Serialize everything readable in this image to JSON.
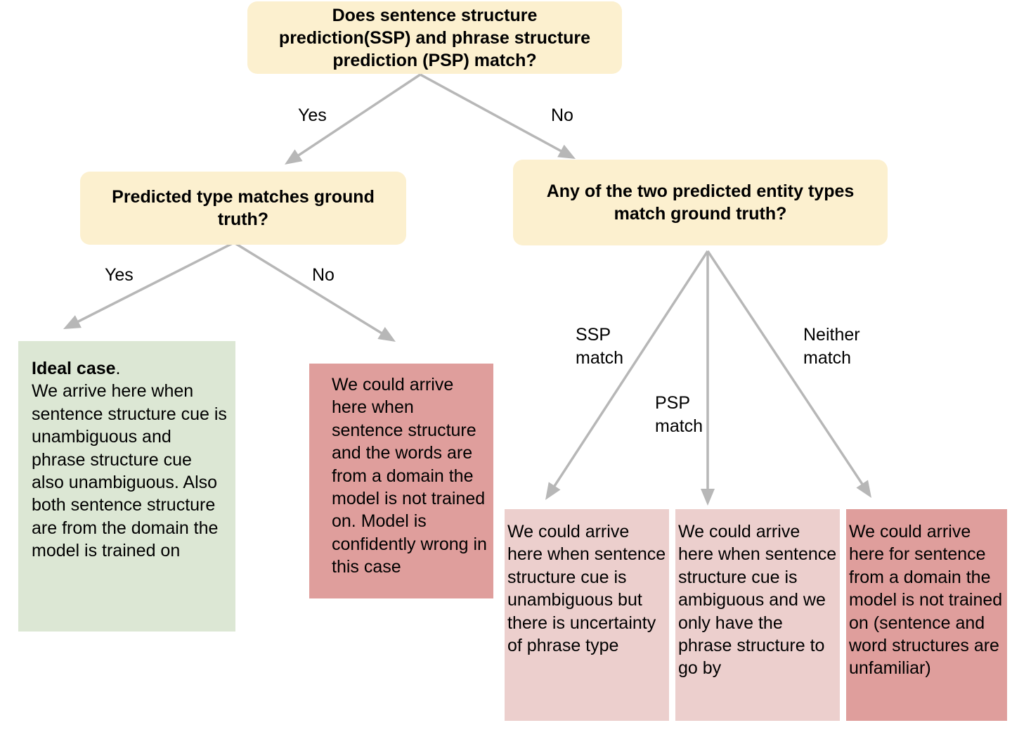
{
  "colors": {
    "decision_fill": "#fcf0cf",
    "ideal_fill": "#dce7d4",
    "strong_red_fill": "#df9e9c",
    "light_red_fill": "#eccfcd",
    "edge_color": "#b7b7b7"
  },
  "root": {
    "text": "Does sentence structure prediction(SSP)  and phrase structure prediction (PSP) match?"
  },
  "left_decision": {
    "text": "Predicted type matches ground truth?"
  },
  "right_decision": {
    "text": "Any of the two predicted entity types match ground truth?"
  },
  "edge_labels": {
    "root_yes": "Yes",
    "root_no": "No",
    "left_yes": "Yes",
    "left_no": "No",
    "ssp_match": "SSP\nmatch",
    "psp_match": "PSP\nmatch",
    "neither_match": "Neither\nmatch"
  },
  "leaves": {
    "ideal": {
      "title": "Ideal case",
      "title_suffix": ".",
      "text": "We arrive here when sentence structure cue is unambiguous and phrase structure cue also unambiguous. Also both sentence structure are from the domain the model  is trained on"
    },
    "confidently_wrong": {
      "text": "We could arrive here when sentence structure and the words are from a domain the model  is not trained on. Model is confidently wrong in this case"
    },
    "ssp_match": {
      "text": "We could arrive here when sentence structure cue is unambiguous but there is uncertainty of phrase type"
    },
    "psp_match": {
      "text": "We could arrive here when sentence structure cue is  ambiguous and we only have the phrase structure  to go by"
    },
    "neither_match": {
      "text": "We could arrive here for sentence from a domain the model is not trained on (sentence and word structures are unfamiliar)"
    }
  }
}
